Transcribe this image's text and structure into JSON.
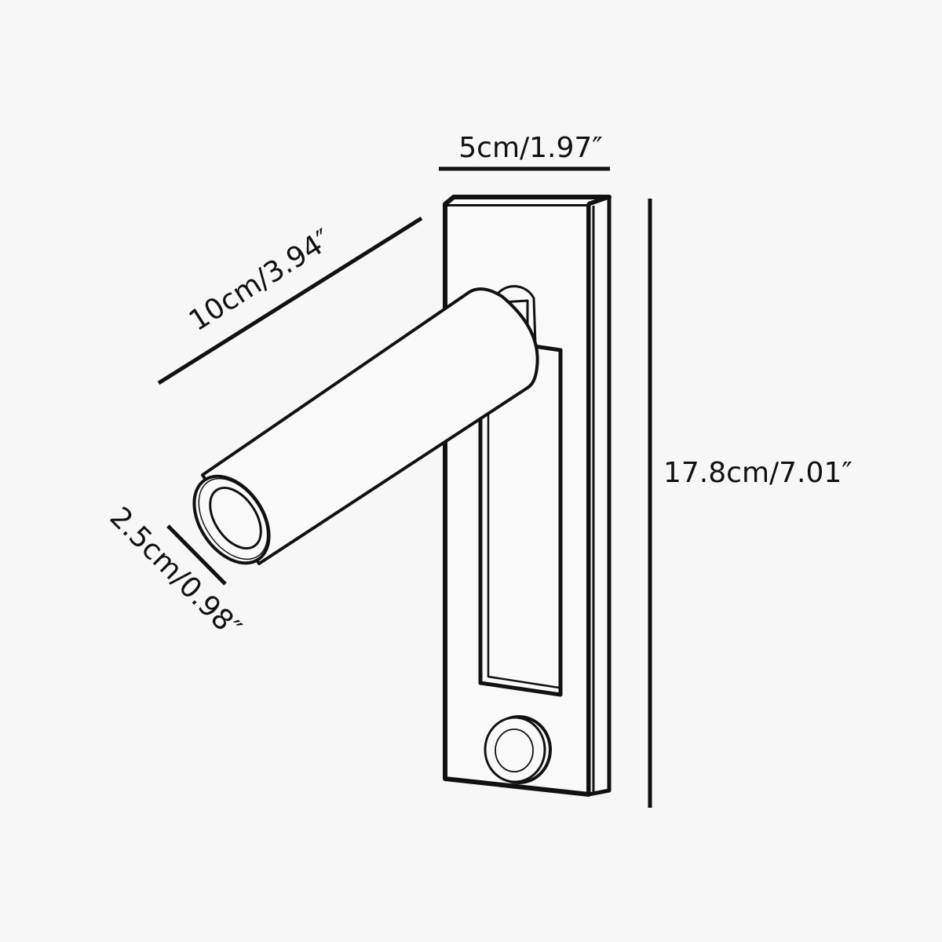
{
  "diagram": {
    "type": "product-dimension-drawing",
    "subject": "Wall-mounted adjustable reading light with rectangular backplate, cylindrical tube head and round push button",
    "colors": {
      "background": "#f7f7f7",
      "line": "#111111",
      "fill": "#f9f9f9"
    },
    "dimensions": {
      "width": {
        "label": "5cm/1.97″",
        "value_cm": 5,
        "value_in": 1.97
      },
      "arm_length": {
        "label": "10cm/3.94″",
        "value_cm": 10,
        "value_in": 3.94
      },
      "tube_diameter": {
        "label": "2.5cm/0.98″",
        "value_cm": 2.5,
        "value_in": 0.98
      },
      "height": {
        "label": "17.8cm/7.01″",
        "value_cm": 17.8,
        "value_in": 7.01
      }
    },
    "parts": [
      "backplate",
      "recessed-slot",
      "swivel-joint",
      "light-tube",
      "lens-ring",
      "push-button"
    ]
  }
}
